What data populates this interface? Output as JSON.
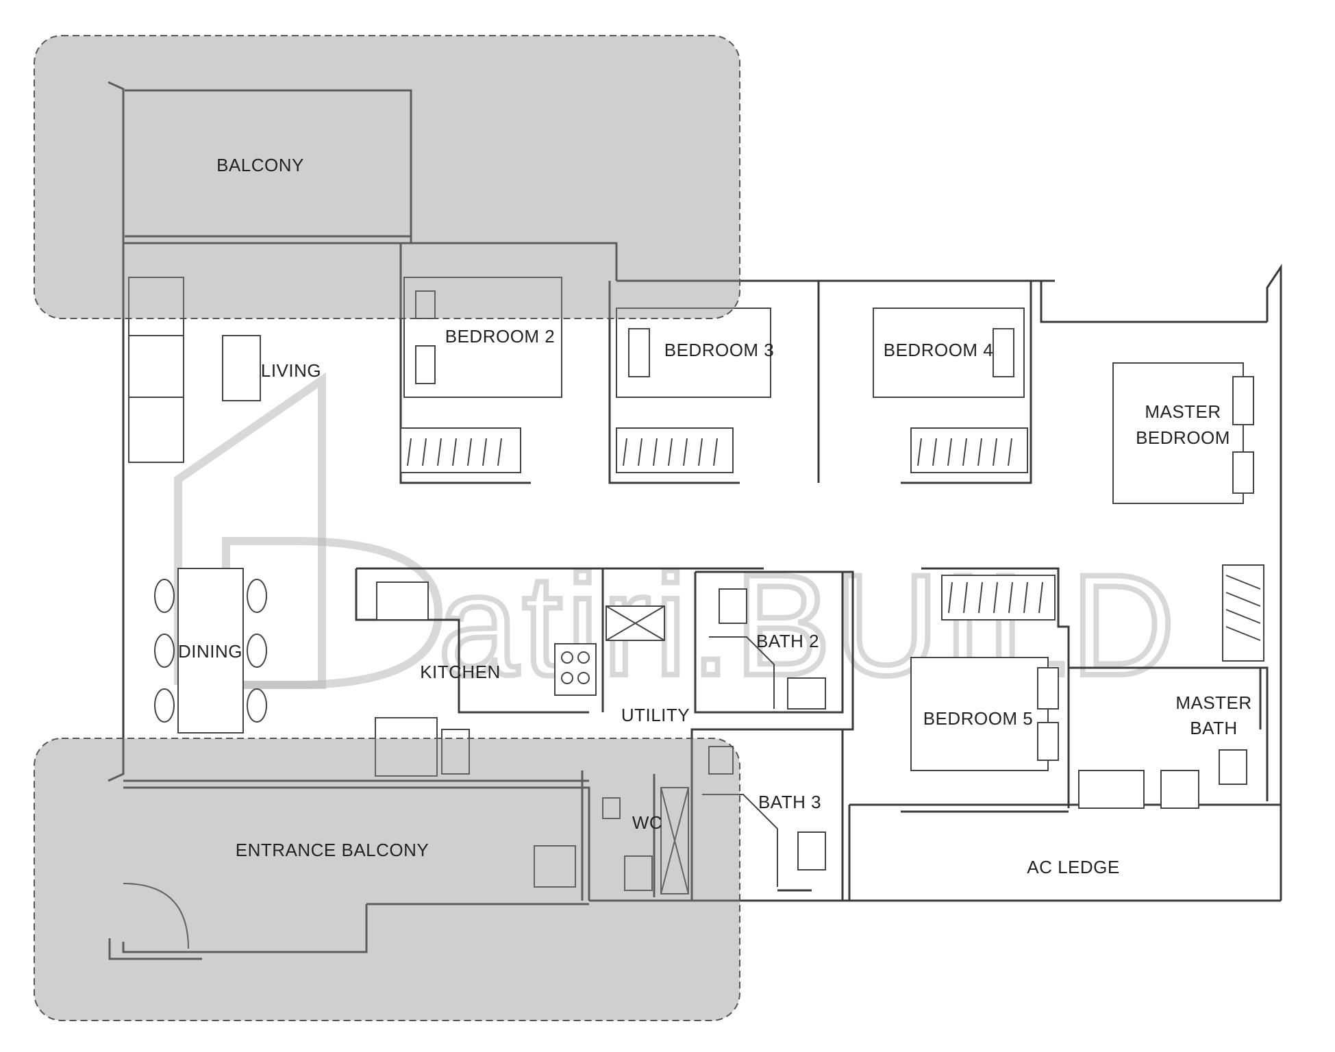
{
  "watermark": {
    "text": "atiri.BUILD"
  },
  "rooms": {
    "balcony": "BALCONY",
    "living": "LIVING",
    "bedroom2": "BEDROOM 2",
    "bedroom3": "BEDROOM 3",
    "bedroom4": "BEDROOM 4",
    "master_bedroom_line1": "MASTER",
    "master_bedroom_line2": "BEDROOM",
    "dining": "DINING",
    "kitchen": "KITCHEN",
    "utility": "UTILITY",
    "bath2": "BATH 2",
    "bedroom5": "BEDROOM 5",
    "master_bath_line1": "MASTER",
    "master_bath_line2": "BATH",
    "wc": "WC",
    "bath3": "BATH 3",
    "entrance_balcony": "ENTRANCE BALCONY",
    "ac_ledge": "AC LEDGE"
  }
}
